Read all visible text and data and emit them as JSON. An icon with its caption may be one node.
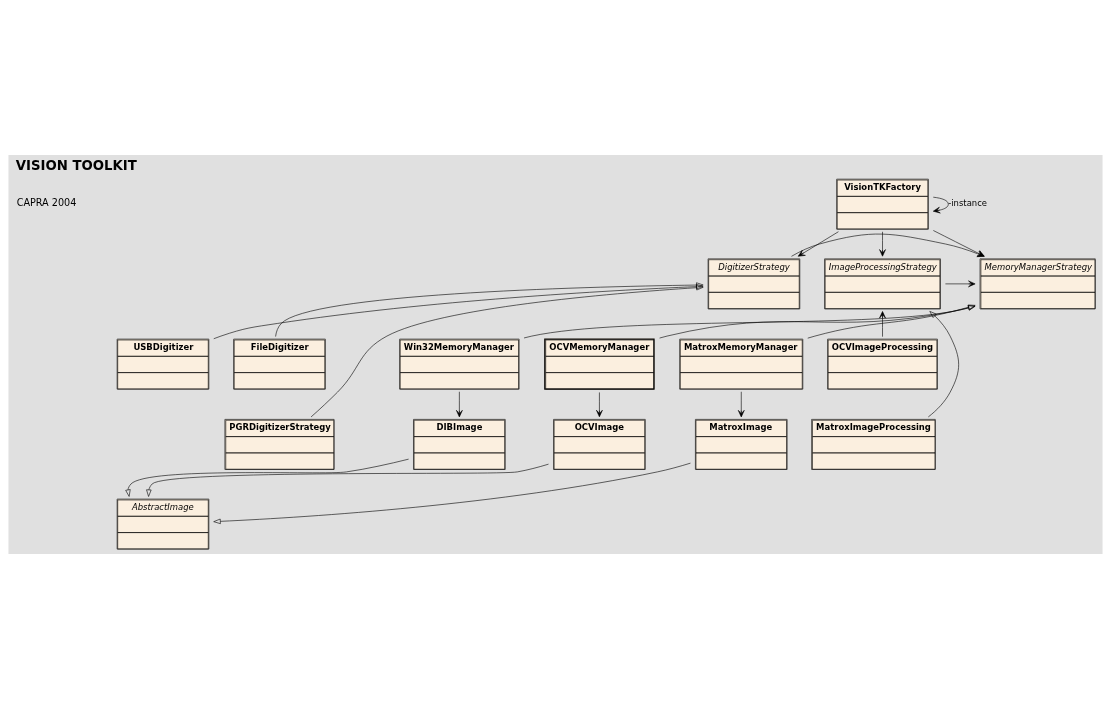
{
  "diagram": {
    "title": "VISION TOOLKIT",
    "nodes": [
      {
        "text": [
          "VisionTKFactory"
        ]
      },
      {
        "text": [
          "DigitizerStrategy"
        ]
      },
      {
        "text": [
          "MemoryManagerStrategy"
        ]
      },
      {
        "text": [
          "ImageProcessingStrategy"
        ]
      },
      {
        "text": [
          "USBDigitizer"
        ]
      },
      {
        "text": [
          "FileDigitizer"
        ]
      },
      {
        "text": [
          "PGRDigitizerStrategy"
        ]
      },
      {
        "text": [
          "Win32MemoryManager"
        ]
      },
      {
        "text": [
          "OCVMemoryManager"
        ]
      },
      {
        "text": [
          "MatroxMemoryManager"
        ]
      },
      {
        "text": [
          "OCVImageProcessing"
        ]
      },
      {
        "text": [
          "MatroxImageProcessing"
        ]
      },
      {
        "text": [
          "DIBImage"
        ]
      },
      {
        "text": [
          "OCVImage"
        ]
      },
      {
        "text": [
          "MatroxImage"
        ]
      },
      {
        "text": [
          "AbstractImage"
        ]
      }
    ],
    "edges": [
      {
        "from": 0,
        "to": 0,
        "arrow": "to",
        "label": "-instance"
      },
      {
        "from": 0,
        "to": 1,
        "arrow": "to"
      },
      {
        "from": 0,
        "to": 2,
        "arrow": "to"
      },
      {
        "from": 0,
        "to": 3,
        "arrow": "to"
      },
      {
        "from": 1,
        "to": 2,
        "arrow": "to"
      },
      {
        "from": 3,
        "to": 2,
        "arrow": "to"
      },
      {
        "from": 4,
        "to": 1,
        "arrow": "to"
      },
      {
        "from": 6,
        "to": 1,
        "arrow": "to"
      },
      {
        "from": 5,
        "to": 1,
        "arrow": "to"
      },
      {
        "from": 7,
        "to": 2,
        "arrow": "to"
      },
      {
        "from": 8,
        "to": 2,
        "arrow": "to"
      },
      {
        "from": 9,
        "to": 2,
        "arrow": "to"
      },
      {
        "from": 11,
        "to": 3,
        "arrow": "to"
      },
      {
        "from": 10,
        "to": 3,
        "arrow": "to"
      },
      {
        "from": 7,
        "to": 12,
        "arrow": "to"
      },
      {
        "from": 8,
        "to": 13,
        "arrow": "to"
      },
      {
        "from": 9,
        "to": 14,
        "arrow": "to"
      },
      {
        "from": 12,
        "to": 15,
        "arrow": "to"
      },
      {
        "from": 13,
        "to": 15,
        "arrow": "to"
      },
      {
        "from": 14,
        "to": 15,
        "arrow": "to"
      }
    ],
    "labels": [
      "CAPRA 2004"
    ]
  }
}
